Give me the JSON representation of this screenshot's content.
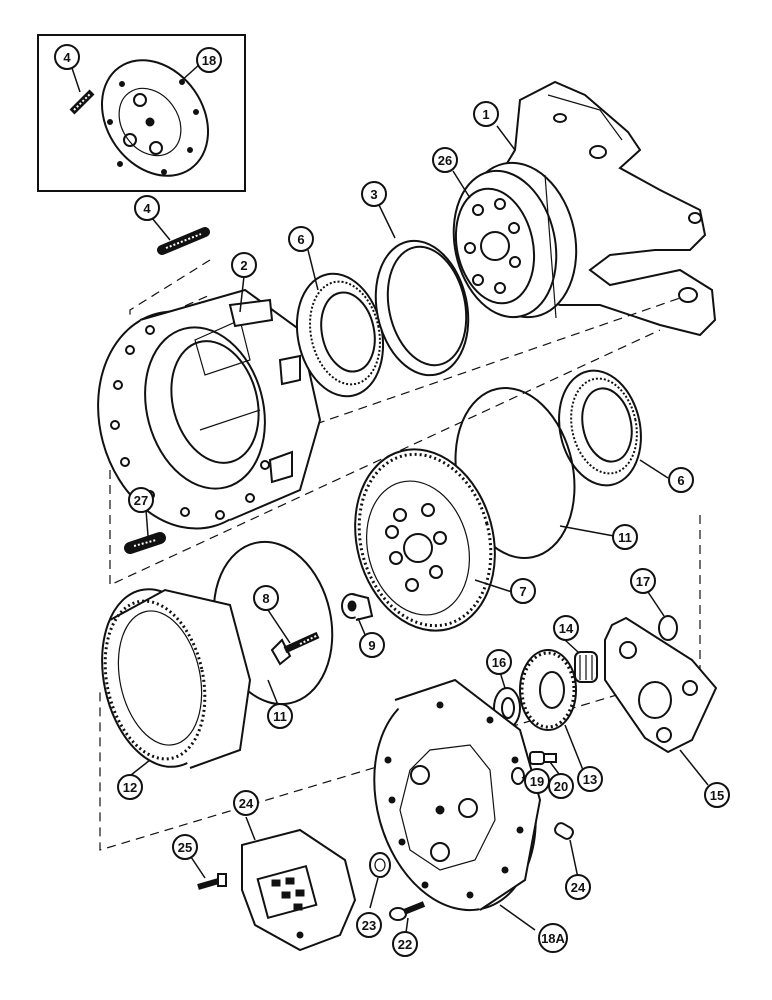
{
  "callouts": [
    {
      "label": "1"
    },
    {
      "label": "2"
    },
    {
      "label": "3"
    },
    {
      "label": "4"
    },
    {
      "label": "4"
    },
    {
      "label": "6"
    },
    {
      "label": "6"
    },
    {
      "label": "7"
    },
    {
      "label": "8"
    },
    {
      "label": "9"
    },
    {
      "label": "11"
    },
    {
      "label": "11"
    },
    {
      "label": "12"
    },
    {
      "label": "13"
    },
    {
      "label": "14"
    },
    {
      "label": "15"
    },
    {
      "label": "16"
    },
    {
      "label": "17"
    },
    {
      "label": "18"
    },
    {
      "label": "18A"
    },
    {
      "label": "19"
    },
    {
      "label": "20"
    },
    {
      "label": "22"
    },
    {
      "label": "23"
    },
    {
      "label": "24"
    },
    {
      "label": "24"
    },
    {
      "label": "25"
    },
    {
      "label": "26"
    },
    {
      "label": "27"
    }
  ]
}
